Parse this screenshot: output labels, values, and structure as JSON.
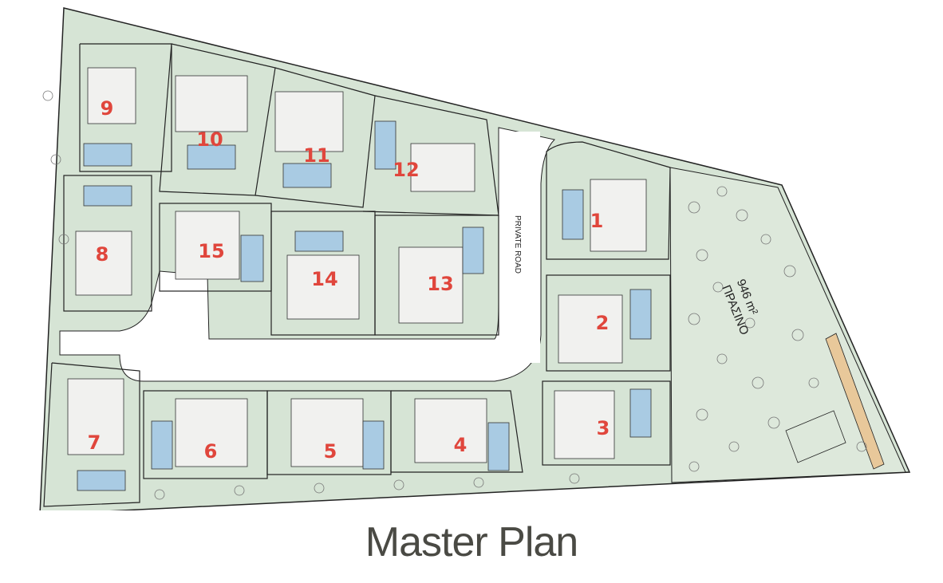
{
  "title": "Master Plan",
  "road_label": "PRIVATE ROAD",
  "green_area": {
    "name": "ΠΡΑΣΙΝΟ",
    "area": "946 m²"
  },
  "plots": [
    {
      "number": "1"
    },
    {
      "number": "2"
    },
    {
      "number": "3"
    },
    {
      "number": "4"
    },
    {
      "number": "5"
    },
    {
      "number": "6"
    },
    {
      "number": "7"
    },
    {
      "number": "8"
    },
    {
      "number": "9"
    },
    {
      "number": "10"
    },
    {
      "number": "11"
    },
    {
      "number": "12"
    },
    {
      "number": "13"
    },
    {
      "number": "14"
    },
    {
      "number": "15"
    }
  ],
  "colors": {
    "plot_number": "#e0463c",
    "garden": "#d6e4d5",
    "green_area": "#dde8db",
    "pool": "#a9cbe3",
    "road": "#ffffff",
    "line": "#222222",
    "hatch": "#e8c89a"
  }
}
